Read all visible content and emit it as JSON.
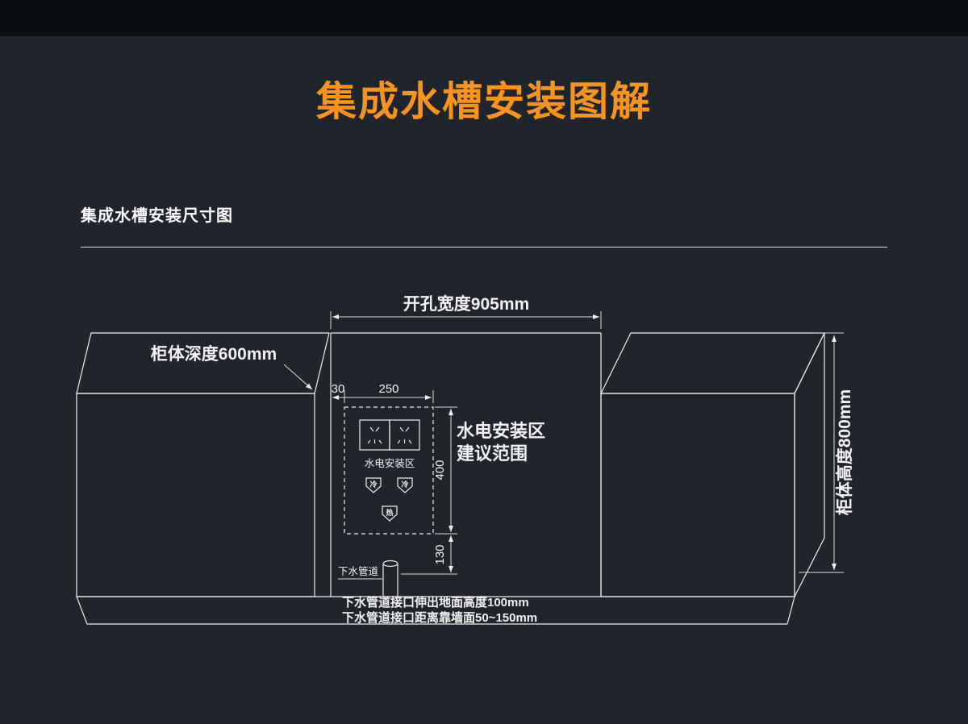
{
  "page": {
    "title": "集成水槽安装图解",
    "section_title": "集成水槽安装尺寸图"
  },
  "colors": {
    "background": "#20242b",
    "top_bar": "#0b0e13",
    "accent_orange": "#f7941d",
    "line": "#eeeeee",
    "text": "#ffffff"
  },
  "diagram": {
    "dim_opening_width": "开孔宽度905mm",
    "dim_cabinet_depth": "柜体深度600mm",
    "dim_cabinet_height": "柜体高度800mm",
    "dim_offset_30": "30",
    "dim_offset_250": "250",
    "dim_zone_400": "400",
    "dim_zone_130": "130",
    "zone_label_inner": "水电安装区",
    "zone_note_line1": "水电安装区",
    "zone_note_line2": "建议范围",
    "cold_label": "冷",
    "hot_label": "热",
    "pipe_label": "下水管道",
    "note1": "下水管道接口伸出地面高度100mm",
    "note2": "下水管道接口距离靠墙面50~150mm"
  }
}
